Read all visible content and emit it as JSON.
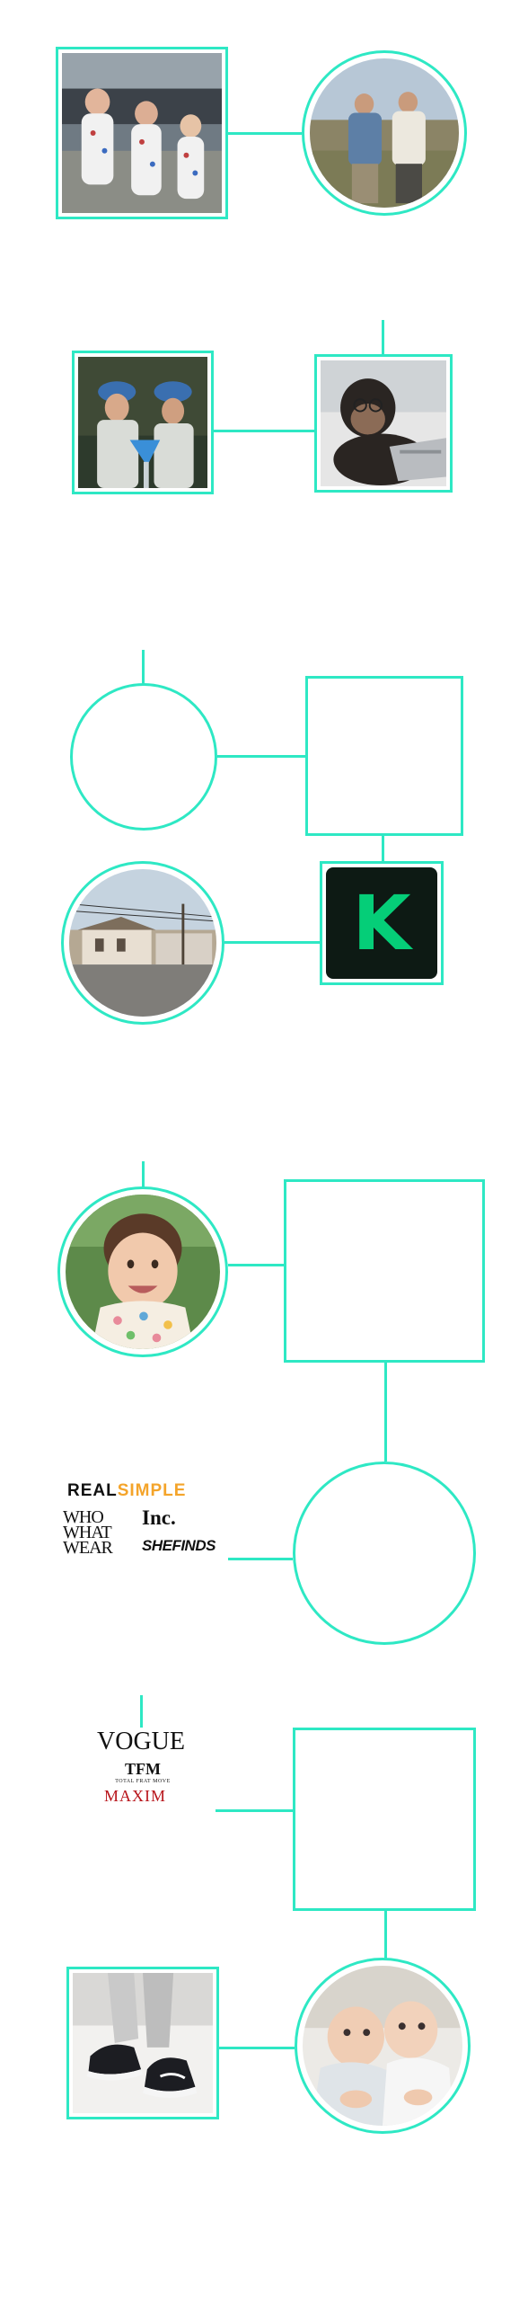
{
  "colors": {
    "accent": "#2ee8c4",
    "kickstarter_bg": "#0d1a14",
    "kickstarter_green": "#05ce78",
    "simple_orange": "#f4a42a",
    "maxim_red": "#b8151b"
  },
  "logos": {
    "kickstarter": {
      "letter": "K"
    },
    "real_simple": {
      "real": "REAL",
      "simple": "SIMPLE"
    },
    "who_what_wear": {
      "line1": "WHO",
      "line2": "WHAT",
      "line3": "WEAR"
    },
    "inc": {
      "label": "Inc."
    },
    "shefinds": {
      "label": "SHEFINDS"
    },
    "vogue": {
      "label": "VOGUE"
    },
    "tfm": {
      "label": "TFM",
      "sub": "TOTAL FRAT MOVE"
    },
    "maxim": {
      "label": "MAXIM"
    }
  },
  "icons": {
    "photo_kids_costumes": "photo-kids-costumes-icon",
    "photo_two_men_desert": "photo-two-men-desert-icon",
    "photo_lab_hazmat": "photo-lab-hazmat-icon",
    "photo_chimp_computer": "photo-chimp-computer-icon",
    "photo_building_street": "photo-building-street-icon",
    "photo_baby_girl": "photo-baby-girl-icon",
    "photo_sneakers": "photo-sneakers-icon",
    "photo_two_babies": "photo-two-babies-icon"
  }
}
